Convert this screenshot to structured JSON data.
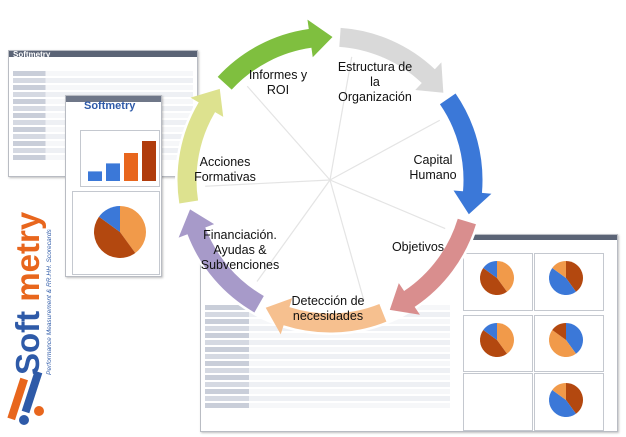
{
  "brand": {
    "name": "Softmetry",
    "tagline": "Performance Measurement & RR.HH. Scorecards"
  },
  "cycle": {
    "steps": [
      {
        "id": "estructura",
        "label": "Estructura de\nla\nOrganización",
        "color": "#d9d9d9"
      },
      {
        "id": "capital",
        "label": "Capital\nHumano",
        "color": "#3b78d8"
      },
      {
        "id": "objetivos",
        "label": "Objetivos",
        "color": "#d98e8e"
      },
      {
        "id": "deteccion",
        "label": "Detección de\nnecesidades",
        "color": "#f6c08f"
      },
      {
        "id": "financiacion",
        "label": "Financiación.\nAyudas &\nSubvenciones",
        "color": "#a79ac9"
      },
      {
        "id": "acciones",
        "label": "Acciones\nFormativas",
        "color": "#dde28f"
      },
      {
        "id": "informes",
        "label": "Informes y\nROI",
        "color": "#7fbf3f"
      }
    ]
  },
  "screenshots": {
    "mini_logo": "Softmetry",
    "bar_chart": {
      "values": [
        12,
        22,
        35,
        50
      ],
      "colors": [
        "#3b78d8",
        "#3b78d8",
        "#e8661d",
        "#b03c0c"
      ]
    },
    "pie_chart": {
      "slices": [
        40,
        45,
        15
      ],
      "colors": [
        "#f19a4a",
        "#b3480f",
        "#3b78d8"
      ]
    }
  }
}
